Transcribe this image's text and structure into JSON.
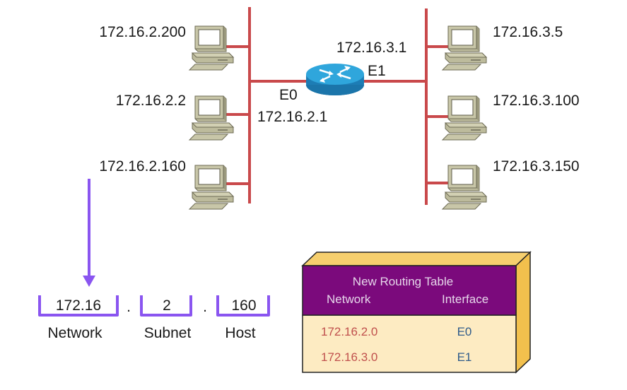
{
  "colors": {
    "cable": "#c9494b",
    "accent_purple": "#8a55f0",
    "table_header_bg": "#7b0a7c",
    "table_body_bg": "#fdebc2",
    "table_side": "#f6cf6e",
    "router_blue": "#2a9ed6"
  },
  "left_segment": {
    "hosts": [
      {
        "ip": "172.16.2.200",
        "icon": "computer-icon"
      },
      {
        "ip": "172.16.2.2",
        "icon": "computer-icon"
      },
      {
        "ip": "172.16.2.160",
        "icon": "computer-icon"
      }
    ]
  },
  "right_segment": {
    "hosts": [
      {
        "ip": "172.16.3.5",
        "icon": "computer-icon"
      },
      {
        "ip": "172.16.3.100",
        "icon": "computer-icon"
      },
      {
        "ip": "172.16.3.150",
        "icon": "computer-icon"
      }
    ]
  },
  "router": {
    "icon": "router-icon",
    "e0_label": "E0",
    "e0_ip": "172.16.2.1",
    "e1_label": "E1",
    "e1_ip": "172.16.3.1"
  },
  "address_breakdown": {
    "parts": [
      {
        "value": "172.16",
        "label": "Network"
      },
      {
        "value": "2",
        "label": "Subnet"
      },
      {
        "value": "160",
        "label": "Host"
      }
    ],
    "separator": "."
  },
  "routing_table": {
    "title": "New Routing Table",
    "columns": [
      "Network",
      "Interface"
    ],
    "rows": [
      {
        "network": "172.16.2.0",
        "interface": "E0"
      },
      {
        "network": "172.16.3.0",
        "interface": "E1"
      }
    ]
  }
}
